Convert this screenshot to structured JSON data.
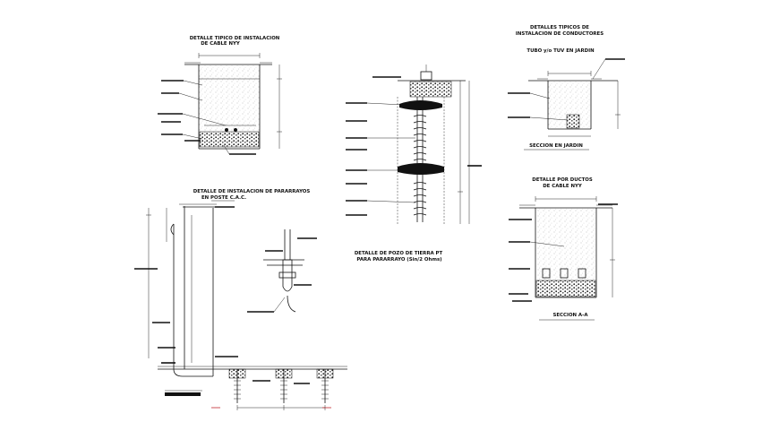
{
  "colors": {
    "background": "#ffffff",
    "ink": "#111111",
    "accent": "#c0262d"
  },
  "details": {
    "cable_nyy": {
      "title_line1": "DETALLE TIPICO DE INSTALACION",
      "title_line2": "DE CABLE NYY"
    },
    "ducts": {
      "title_line1": "DETALLES TIPICOS DE",
      "title_line2": "INSTALACION DE CONDUCTORES",
      "subtitle": "TUBO y/o TUV EN JARDIN",
      "caption": "SECCION EN JARDIN"
    },
    "ground_well": {
      "title_line1": "DETALLE DE POZO DE TIERRA PT",
      "title_line2": "PARA PARARRAYO (Sin/2 Ohms)"
    },
    "lightning_rod": {
      "title_line1": "DETALLE DE INSTALACION DE PARARRAYOS",
      "title_line2": "EN POSTE C.A.C."
    },
    "duct_cable": {
      "title_line1": "DETALLE POR DUCTOS",
      "title_line2": "DE CABLE NYY",
      "caption": "SECCION A-A"
    }
  }
}
